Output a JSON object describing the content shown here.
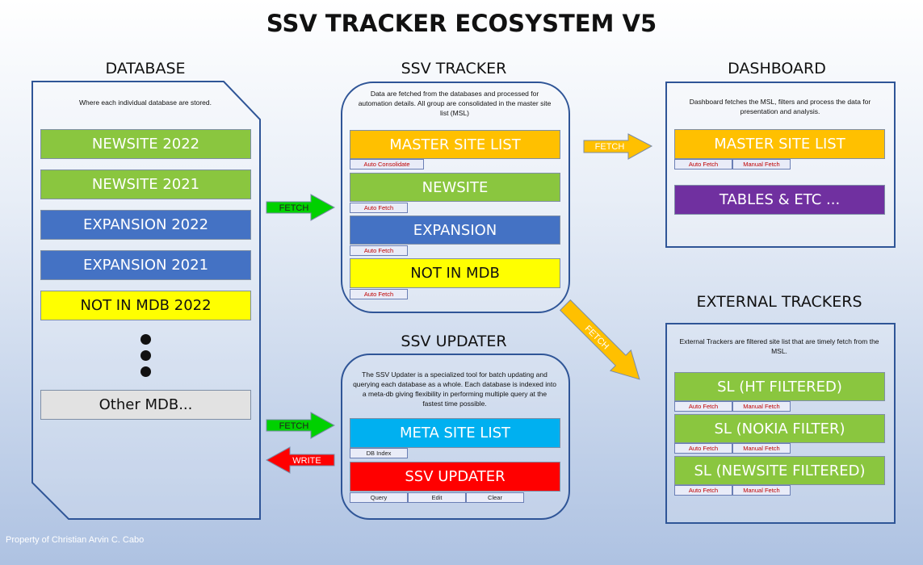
{
  "title": "SSV TRACKER ECOSYSTEM V5",
  "sections": {
    "database": "DATABASE",
    "tracker": "SSV TRACKER",
    "dashboard": "DASHBOARD",
    "external": "EXTERNAL TRACKERS",
    "updater": "SSV UPDATER"
  },
  "database": {
    "desc": "Where each individual database are stored.",
    "items": [
      "NEWSITE 2022",
      "NEWSITE 2021",
      "EXPANSION 2022",
      "EXPANSION 2021",
      "NOT IN MDB 2022"
    ],
    "other": "Other MDB..."
  },
  "tracker": {
    "desc": "Data are fetched from the databases and processed for automation details. All group are consolidated in the master site list (MSL)",
    "items": [
      {
        "label": "MASTER SITE LIST",
        "tag": "Auto Consolidate"
      },
      {
        "label": "NEWSITE",
        "tag": "Auto Fetch"
      },
      {
        "label": "EXPANSION",
        "tag": "Auto Fetch"
      },
      {
        "label": "NOT IN MDB",
        "tag": "Auto Fetch"
      }
    ]
  },
  "dashboard": {
    "desc": "Dashboard fetches the MSL, filters and process the data for presentation and analysis.",
    "msl": "MASTER SITE LIST",
    "tags": [
      "Auto Fetch",
      "Manual Fetch"
    ],
    "tables": "TABLES & ETC ..."
  },
  "external": {
    "desc": "External Trackers are filtered site list that are timely fetch from the MSL.",
    "items": [
      {
        "label": "SL (HT FILTERED)",
        "tags": [
          "Auto Fetch",
          "Manual Fetch"
        ]
      },
      {
        "label": "SL (NOKIA FILTER)",
        "tags": [
          "Auto Fetch",
          "Manual Fetch"
        ]
      },
      {
        "label": "SL (NEWSITE FILTERED)",
        "tags": [
          "Auto Fetch",
          "Manual Fetch"
        ]
      }
    ]
  },
  "updater": {
    "desc": "The SSV Updater is a specialized tool for batch updating and querying each database as a whole. Each database is indexed into a meta-db giving flexibility in performing multiple query at the fastest time possible.",
    "meta": "META SITE LIST",
    "meta_tag": "DB Index",
    "updater": "SSV UPDATER",
    "actions": [
      "Query",
      "Edit",
      "Clear"
    ]
  },
  "arrows": {
    "fetch_db_tracker": "FETCH",
    "fetch_tracker_dashboard": "FETCH",
    "fetch_tracker_external": "FETCH",
    "fetch_db_updater": "FETCH",
    "write_updater_db": "WRITE"
  },
  "footer": "Property of Christian Arvin C. Cabo"
}
